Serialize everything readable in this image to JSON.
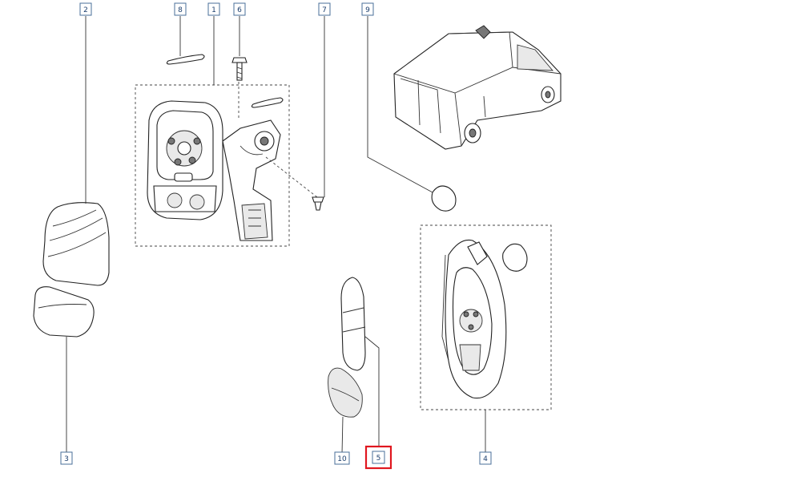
{
  "callouts": [
    {
      "id": "2",
      "label": "2"
    },
    {
      "id": "8",
      "label": "8"
    },
    {
      "id": "1",
      "label": "1"
    },
    {
      "id": "6",
      "label": "6"
    },
    {
      "id": "7",
      "label": "7"
    },
    {
      "id": "9",
      "label": "9"
    },
    {
      "id": "3",
      "label": "3"
    },
    {
      "id": "10",
      "label": "10"
    },
    {
      "id": "5",
      "label": "5"
    },
    {
      "id": "4",
      "label": "4"
    }
  ],
  "highlight": {
    "callout": "5",
    "color": "#e0171f"
  }
}
